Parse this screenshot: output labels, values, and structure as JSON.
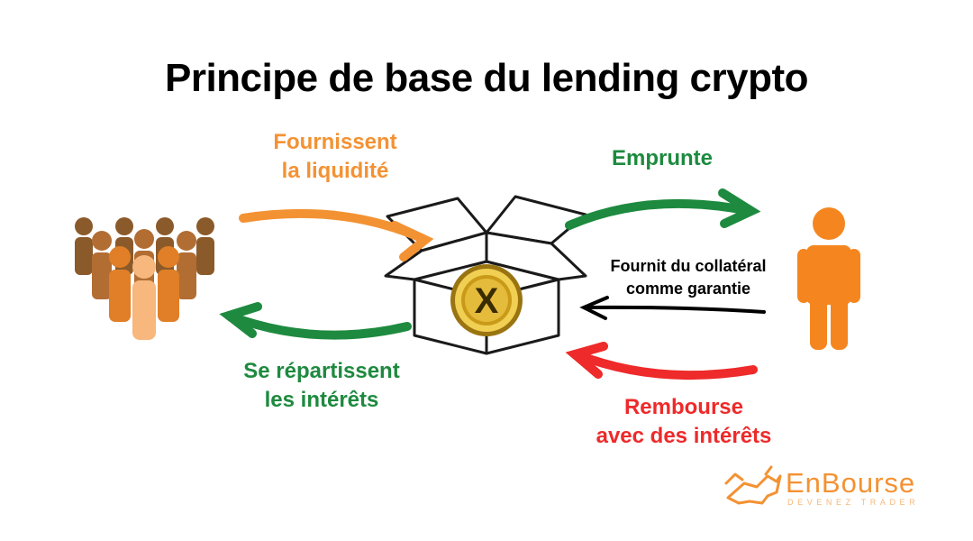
{
  "title": "Principe de base du lending crypto",
  "labels": {
    "provide": [
      "Fournissent",
      "la liquidité"
    ],
    "borrow": "Emprunte",
    "collateral": [
      "Fournit du collatéral",
      "comme garantie"
    ],
    "share": [
      "Se répartissent",
      "les intérêts"
    ],
    "repay": [
      "Rembourse",
      "avec des intérêts"
    ]
  },
  "coin_symbol": "X",
  "brand": {
    "name": "EnBourse",
    "tagline": "DEVENEZ TRADER"
  },
  "colors": {
    "orange": "#f39233",
    "green": "#1e8a3f",
    "red": "#ee2a2a",
    "black": "#000000",
    "gold": "#c99a18"
  },
  "icons": [
    "people-group-icon",
    "person-icon",
    "open-box-icon",
    "crypto-coin-icon",
    "bull-logo-icon"
  ]
}
